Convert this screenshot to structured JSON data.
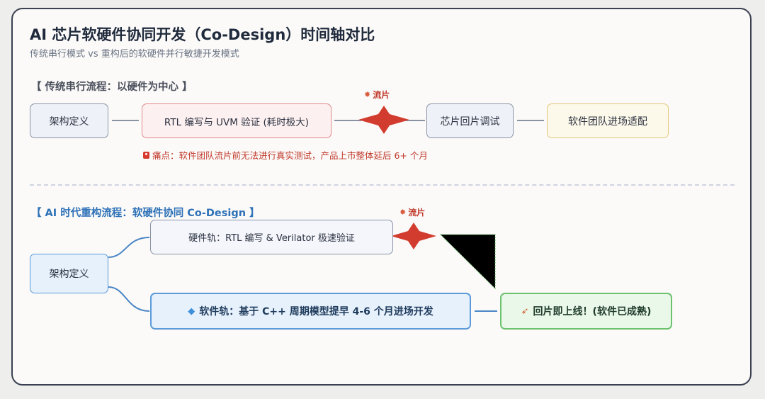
{
  "title": "AI 芯片软硬件协同开发（Co-Design）时间轴对比",
  "subtitle": "传统串行模式 vs 重构后的软硬件并行敏捷开发模式",
  "traditional": {
    "section_label": "【 传统串行流程：以硬件为中心 】",
    "steps": {
      "arch": "架构定义",
      "rtl": "RTL 编写与 UVM 验证 (耗时极大)",
      "bringup": "芯片回片调试",
      "software": "软件团队进场适配"
    },
    "tapeout_label": "流片",
    "pain_point": "痛点：软件团队流片前无法进行真实测试，产品上市整体延后 6+ 个月"
  },
  "ai_era": {
    "section_label": "【 AI 时代重构流程：软硬件协同 Co-Design 】",
    "arch": "架构定义",
    "hardware_track": "硬件轨：RTL 编写 & Verilator 极速验证",
    "software_track": "软件轨：基于 C++ 周期模型提早 4-6 个月进场开发",
    "tapeout_label": "流片",
    "launch": "回片即上线！(软件已成熟)"
  },
  "colors": {
    "title": "#1f2a3c",
    "traditional_section": "#4a4f5c",
    "ai_section": "#2f72b8",
    "diamond": "#d23c2f",
    "danger": "#c0392b",
    "neutral_border": "#8a93a6",
    "red_border": "#e08a8a",
    "yellow_border": "#e3c77a",
    "blue_border": "#5c9bd8",
    "green_border": "#6dc26f"
  },
  "icons": [
    "spark-icon",
    "flag-icon",
    "gem-icon",
    "rocket-icon",
    "diamond-icon",
    "triangle-icon"
  ]
}
